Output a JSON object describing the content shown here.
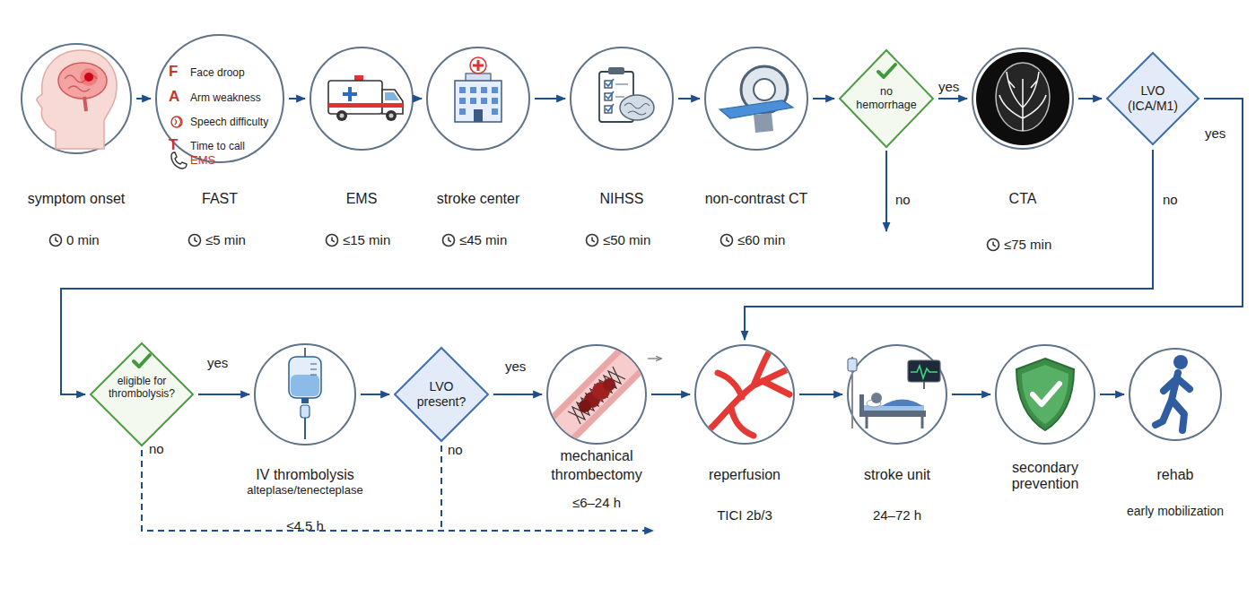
{
  "diagram": {
    "nodes": [
      {
        "text": [
          "symptom onset",
          "0 min"
        ]
      },
      {
        "text": [
          "F",
          "Face droop",
          "A",
          "Arm weakness",
          "Speech difficulty",
          "T",
          "Time to call",
          "EMS",
          "FAST",
          "≤5 min"
        ]
      },
      {
        "text": [
          "EMS",
          "≤15 min"
        ]
      },
      {
        "text": [
          "stroke center",
          "≤45 min"
        ]
      },
      {
        "text": [
          "NIHSS",
          "≤50 min"
        ]
      },
      {
        "text": [
          "non-contrast CT",
          "≤60 min"
        ]
      },
      {
        "text": [
          "no hemorrhage"
        ]
      },
      {
        "text": [
          "CTA",
          "≤75 min"
        ]
      },
      {
        "text": [
          "LVO (ICA/M1)"
        ]
      },
      {
        "text": [
          "eligible for thrombolysis?"
        ]
      },
      {
        "text": [
          "IV thrombolysis",
          "alteplase/tenecteplase",
          "≤4.5 h"
        ]
      },
      {
        "text": [
          "LVO present?"
        ]
      },
      {
        "text": [
          "mechanical thrombectomy",
          "≤6–24 h"
        ]
      },
      {
        "text": [
          "reperfusion",
          "TICI 2b/3"
        ]
      },
      {
        "text": [
          "stroke unit",
          "24–72 h"
        ]
      },
      {
        "text": [
          "secondary prevention"
        ]
      },
      {
        "text": [
          "rehab",
          "early mobilization"
        ]
      }
    ],
    "edges": [
      {
        "from": 0,
        "to": 1,
        "arrow": "to"
      },
      {
        "from": 1,
        "to": 2,
        "arrow": "to"
      },
      {
        "from": 2,
        "to": 3,
        "arrow": "to"
      },
      {
        "from": 3,
        "to": 4,
        "arrow": "to"
      },
      {
        "from": 4,
        "to": 5,
        "arrow": "to"
      },
      {
        "from": 5,
        "to": 6,
        "arrow": "to"
      },
      {
        "from": 6,
        "to": 7,
        "label": "yes",
        "arrow": "to"
      },
      {
        "from": 7,
        "to": 8,
        "arrow": "to"
      },
      {
        "from": 8,
        "to": 13,
        "label": "yes",
        "arrow": "to"
      },
      {
        "from": 8,
        "to": 9,
        "label": "no",
        "arrow": "to"
      },
      {
        "from": 9,
        "to": 10,
        "label": "yes",
        "arrow": "to"
      },
      {
        "from": 10,
        "to": 11,
        "arrow": "to"
      },
      {
        "from": 11,
        "to": 12,
        "label": "yes",
        "arrow": "to"
      },
      {
        "from": 12,
        "to": 13,
        "arrow": "to"
      },
      {
        "from": 13,
        "to": 14,
        "arrow": "to"
      },
      {
        "from": 14,
        "to": 15,
        "arrow": "to"
      },
      {
        "from": 15,
        "to": 16,
        "arrow": "to"
      }
    ],
    "labels": [
      "no",
      "no",
      "no"
    ]
  }
}
